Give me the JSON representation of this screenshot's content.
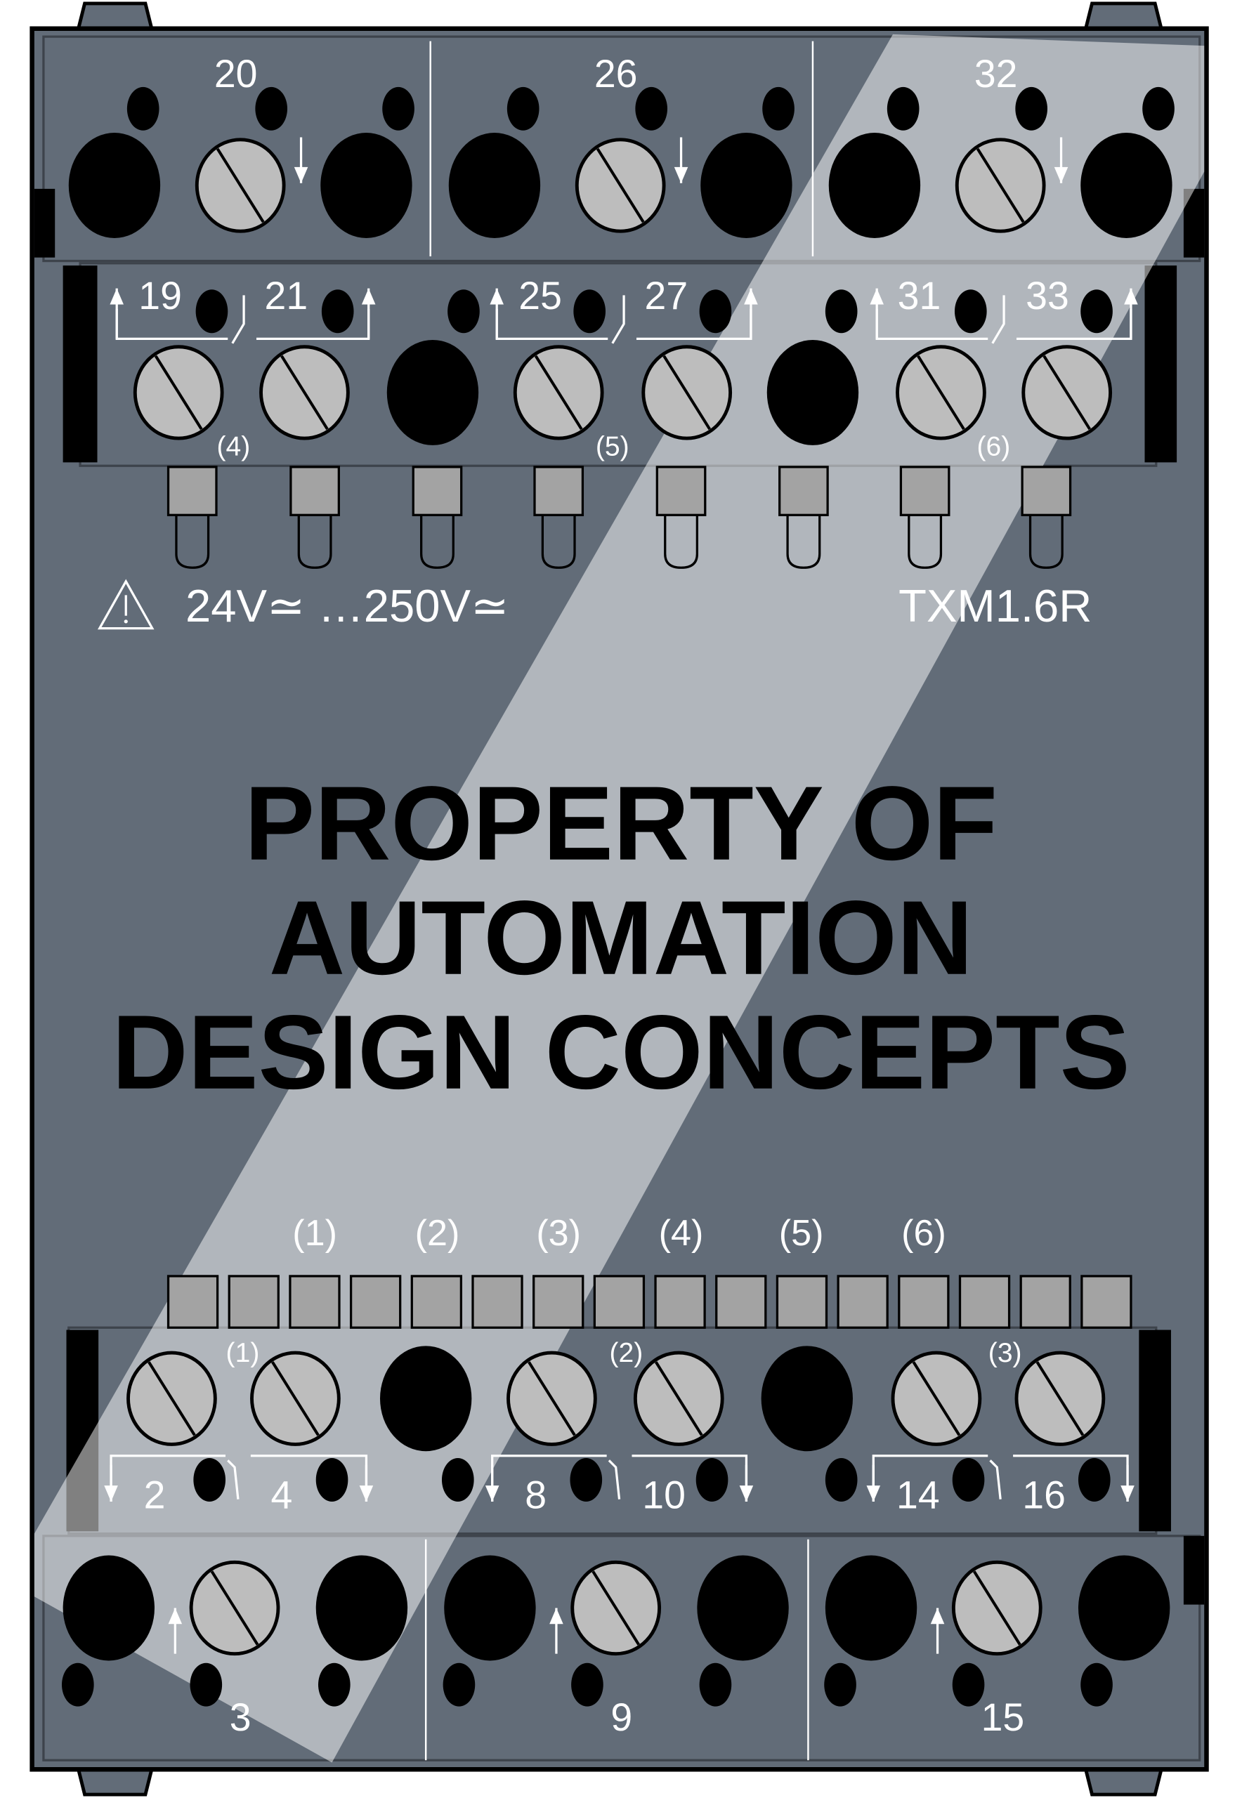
{
  "device": {
    "model": "TXM1.6R",
    "voltage": "24V≃ …250V≃",
    "warning_icon": "warning-triangle-icon"
  },
  "top_block": {
    "labels": [
      "20",
      "26",
      "32"
    ]
  },
  "upper_row": {
    "labels": [
      "19",
      "21",
      "25",
      "27",
      "31",
      "33"
    ],
    "group_labels": [
      "(4)",
      "(5)",
      "(6)"
    ]
  },
  "led_labels": [
    "(1)",
    "(2)",
    "(3)",
    "(4)",
    "(5)",
    "(6)"
  ],
  "lower_row": {
    "labels": [
      "2",
      "4",
      "8",
      "10",
      "14",
      "16"
    ],
    "group_labels": [
      "(1)",
      "(2)",
      "(3)"
    ]
  },
  "bottom_block": {
    "labels": [
      "3",
      "9",
      "15"
    ]
  },
  "watermark": {
    "line1": "PROPERTY OF AUTOMATION",
    "line2": "DESIGN CONCEPTS"
  },
  "colors": {
    "body": "#626c78",
    "screw": "#bdbdbd",
    "led": "#a3a3a3",
    "hole": "#000000"
  }
}
